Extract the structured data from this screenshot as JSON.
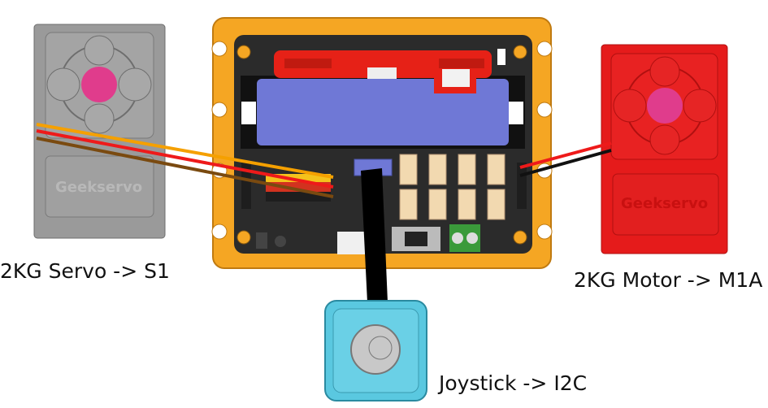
{
  "labels": {
    "servo": "2KG Servo -> S1",
    "motor": "2KG Motor -> M1A",
    "joystick": "Joystick -> I2C"
  },
  "devices": {
    "servo_brand": "Geekservo",
    "motor_brand": "Geekservo"
  },
  "colors": {
    "board_frame": "#f5a623",
    "pcb": "#2b2b2b",
    "battery": "#6f78d6",
    "servo_body": "#9a9a9a",
    "motor_body": "#e51b1b",
    "joystick_body": "#5ac8e0",
    "hub_pink": "#e03c8c"
  }
}
